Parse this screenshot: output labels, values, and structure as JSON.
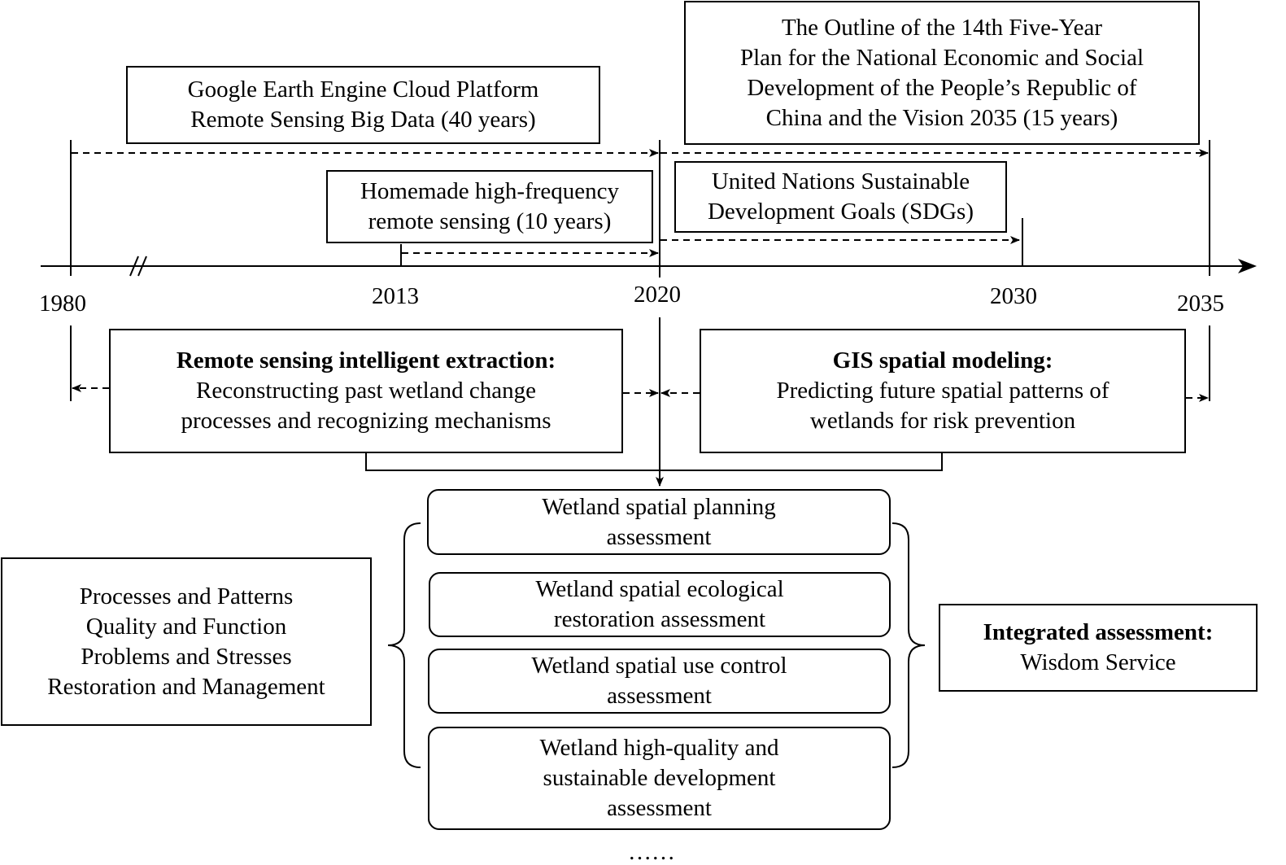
{
  "timeline": {
    "years": [
      "1980",
      "2013",
      "2020",
      "2030",
      "2035"
    ]
  },
  "boxes": {
    "gee": [
      "Google Earth Engine Cloud Platform",
      "Remote Sensing Big Data (40 years)"
    ],
    "outline": [
      "The Outline of the 14th Five-Year",
      "Plan for the National Economic and Social",
      "Development of the People’s Republic of",
      "China and the Vision 2035 (15 years)"
    ],
    "homemade": [
      "Homemade high-frequency",
      "remote sensing (10 years)"
    ],
    "sdg": [
      "United Nations Sustainable",
      "Development Goals (SDGs)"
    ],
    "rs_extraction": {
      "title": "Remote sensing intelligent extraction:",
      "lines": [
        "Reconstructing past wetland change",
        "processes and recognizing mechanisms"
      ]
    },
    "gis_modeling": {
      "title": "GIS spatial modeling:",
      "lines": [
        "Predicting future spatial patterns of",
        "wetlands for risk prevention"
      ]
    },
    "left_panel": [
      "Processes and Patterns",
      "Quality and Function",
      "Problems and Stresses",
      "Restoration and Management"
    ],
    "integrated": {
      "title": "Integrated assessment:",
      "subtitle": "Wisdom Service"
    }
  },
  "assessments": [
    [
      "Wetland spatial planning",
      "assessment"
    ],
    [
      "Wetland spatial ecological",
      "restoration assessment"
    ],
    [
      "Wetland spatial use control",
      "assessment"
    ],
    [
      "Wetland high-quality and",
      "sustainable development",
      "assessment"
    ]
  ],
  "ellipsis": "……"
}
